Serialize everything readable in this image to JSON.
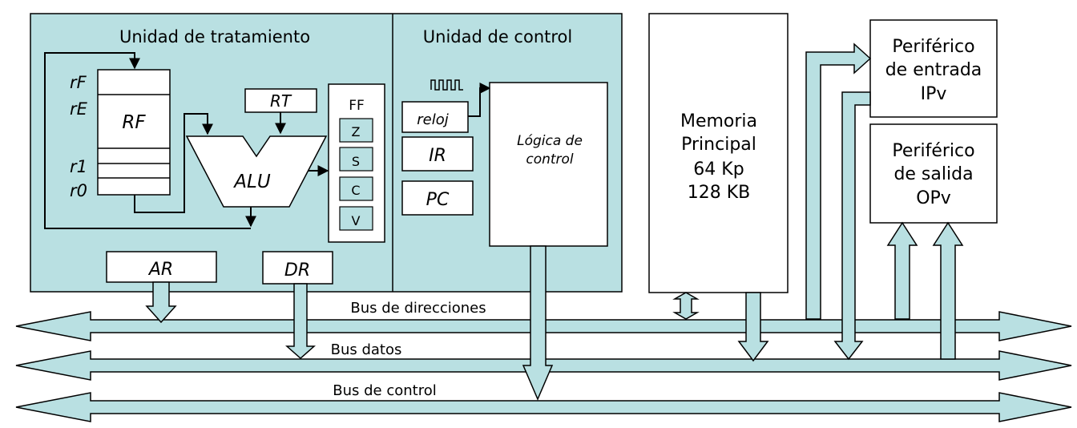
{
  "processor": {
    "treatment_title": "Unidad de tratamiento",
    "control_title": "Unidad de control"
  },
  "register_file": {
    "name": "RF",
    "labels": [
      "rF",
      "rE",
      "r1",
      "r0"
    ]
  },
  "alu": {
    "name": "ALU"
  },
  "rt": {
    "name": "RT"
  },
  "flags": {
    "title": "FF",
    "items": [
      "Z",
      "S",
      "C",
      "V"
    ]
  },
  "control": {
    "clock": "reloj",
    "ir": "IR",
    "pc": "PC",
    "logic_line1": "Lógica de",
    "logic_line2": "control"
  },
  "registers": {
    "ar": "AR",
    "dr": "DR"
  },
  "memory": {
    "line1": "Memoria",
    "line2": "Principal",
    "line3": "64 Kp",
    "line4": "128 KB"
  },
  "peripherals": {
    "input": {
      "line1": "Periférico",
      "line2": "de entrada",
      "line3": "IPv"
    },
    "output": {
      "line1": "Periférico",
      "line2": "de salida",
      "line3": "OPv"
    }
  },
  "buses": {
    "address": "Bus de direcciones",
    "data": "Bus datos",
    "control": "Bus de control"
  },
  "colors": {
    "fill": "#b9e0e2",
    "stroke": "#000000"
  }
}
